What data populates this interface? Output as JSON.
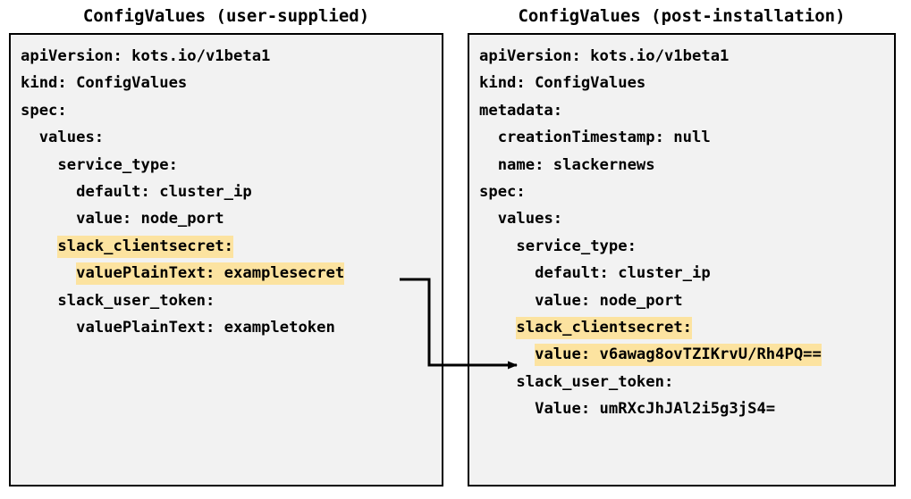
{
  "diagram": {
    "title_left": "ConfigValues (user-supplied)",
    "title_right": "ConfigValues (post-installation)",
    "highlight_color": "#fce3a0",
    "box_background": "#f2f2f2",
    "box_border_color": "#000000",
    "connector_color": "#000000"
  },
  "left_panel": {
    "title": "ConfigValues (user-supplied)",
    "lines": [
      {
        "text": "apiVersion: kots.io/v1beta1",
        "highlight": false
      },
      {
        "text": "kind: ConfigValues",
        "highlight": false
      },
      {
        "text": "spec:",
        "highlight": false
      },
      {
        "text": "  values:",
        "highlight": false
      },
      {
        "text": "    service_type:",
        "highlight": false
      },
      {
        "text": "      default: cluster_ip",
        "highlight": false
      },
      {
        "text": "      value: node_port",
        "highlight": false
      },
      {
        "text": "    slack_clientsecret:",
        "highlight": true
      },
      {
        "text": "      valuePlainText: examplesecret",
        "highlight": true
      },
      {
        "text": "    slack_user_token:",
        "highlight": false
      },
      {
        "text": "      valuePlainText: exampletoken",
        "highlight": false
      }
    ]
  },
  "right_panel": {
    "title": "ConfigValues (post-installation)",
    "lines": [
      {
        "text": "apiVersion: kots.io/v1beta1",
        "highlight": false
      },
      {
        "text": "kind: ConfigValues",
        "highlight": false
      },
      {
        "text": "metadata:",
        "highlight": false
      },
      {
        "text": "  creationTimestamp: null",
        "highlight": false
      },
      {
        "text": "  name: slackernews",
        "highlight": false
      },
      {
        "text": "spec:",
        "highlight": false
      },
      {
        "text": "  values:",
        "highlight": false
      },
      {
        "text": "    service_type:",
        "highlight": false
      },
      {
        "text": "      default: cluster_ip",
        "highlight": false
      },
      {
        "text": "      value: node_port",
        "highlight": false
      },
      {
        "text": "    slack_clientsecret:",
        "highlight": true
      },
      {
        "text": "      value: v6awag8ovTZIKrvU/Rh4PQ==",
        "highlight": true
      },
      {
        "text": "    slack_user_token:",
        "highlight": false
      },
      {
        "text": "      Value: umRXcJhJAl2i5g3jS4=",
        "highlight": false
      }
    ]
  },
  "connector": {
    "label": "",
    "from_line": "      valuePlainText: examplesecret",
    "to_line": "      value: v6awag8ovTZIKrvU/Rh4PQ=="
  }
}
